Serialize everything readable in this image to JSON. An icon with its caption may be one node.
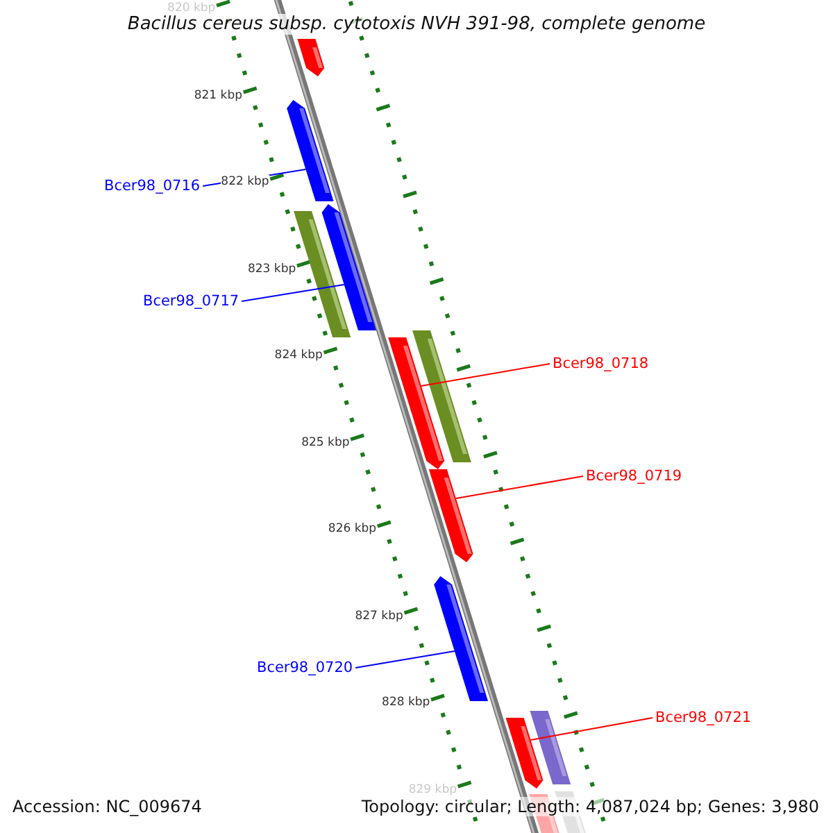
{
  "diagram": {
    "title": "Bacillus cereus subsp. cytotoxis NVH 391-98, complete genome",
    "nodes": [
      {
        "text": [],
        "shape": "bar"
      },
      {
        "text": [],
        "shape": "bar"
      },
      {
        "text": [
          "Bcer98_0716"
        ]
      },
      {
        "text": [],
        "shape": "bar"
      },
      {
        "text": [],
        "shape": "bar"
      },
      {
        "text": [
          "Bcer98_0717"
        ]
      },
      {
        "text": [],
        "shape": "bar"
      },
      {
        "text": [],
        "shape": "bar"
      },
      {
        "text": [
          "Bcer98_0718"
        ]
      },
      {
        "text": [],
        "shape": "bar"
      },
      {
        "text": [
          "Bcer98_0719"
        ]
      },
      {
        "text": [],
        "shape": "bar"
      },
      {
        "text": [
          "Bcer98_0720"
        ]
      },
      {
        "text": [],
        "shape": "bar"
      },
      {
        "text": [],
        "shape": "bar"
      },
      {
        "text": [
          "Bcer98_0721"
        ]
      },
      {
        "text": [],
        "shape": "bar"
      },
      {
        "text": [],
        "shape": "bar"
      }
    ],
    "edges": [
      {
        "from": 2,
        "to": 1,
        "arrow": "none"
      },
      {
        "from": 5,
        "to": 4,
        "arrow": "none"
      },
      {
        "from": 8,
        "to": 7,
        "arrow": "none",
        "color": "#ff0000"
      },
      {
        "from": 10,
        "to": 9,
        "arrow": "none",
        "color": "#ff0000"
      },
      {
        "from": 12,
        "to": 11,
        "arrow": "none"
      },
      {
        "from": 15,
        "to": 13,
        "arrow": "none",
        "color": "#ff0000"
      }
    ],
    "labels": [
      "820 kbp",
      "821 kbp",
      "822 kbp",
      "823 kbp",
      "824 kbp",
      "825 kbp",
      "826 kbp",
      "827 kbp",
      "828 kbp",
      "829 kbp",
      "Accession: NC_009674",
      "Topology: circular; Length: 4,087,024 bp; Genes: 3,980"
    ]
  }
}
